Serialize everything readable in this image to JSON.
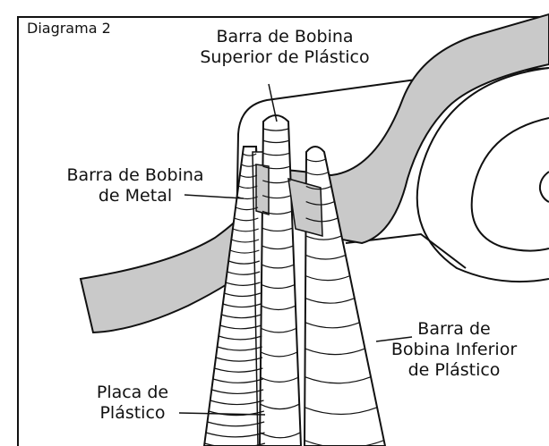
{
  "diagram": {
    "label": "Diagrama 2",
    "callouts": {
      "top_rod": [
        "Barra de Bobina",
        "Superior de Plástico"
      ],
      "metal_rod": [
        "Barra de Bobina",
        "de Metal"
      ],
      "lower_rod": [
        "Barra de",
        "Bobina Inferior",
        "de Plástico"
      ],
      "plate": [
        "Placa de",
        "Plástico"
      ]
    }
  },
  "colors": {
    "ribbon": "#c9c9c9",
    "line": "#111111",
    "background": "#ffffff"
  }
}
